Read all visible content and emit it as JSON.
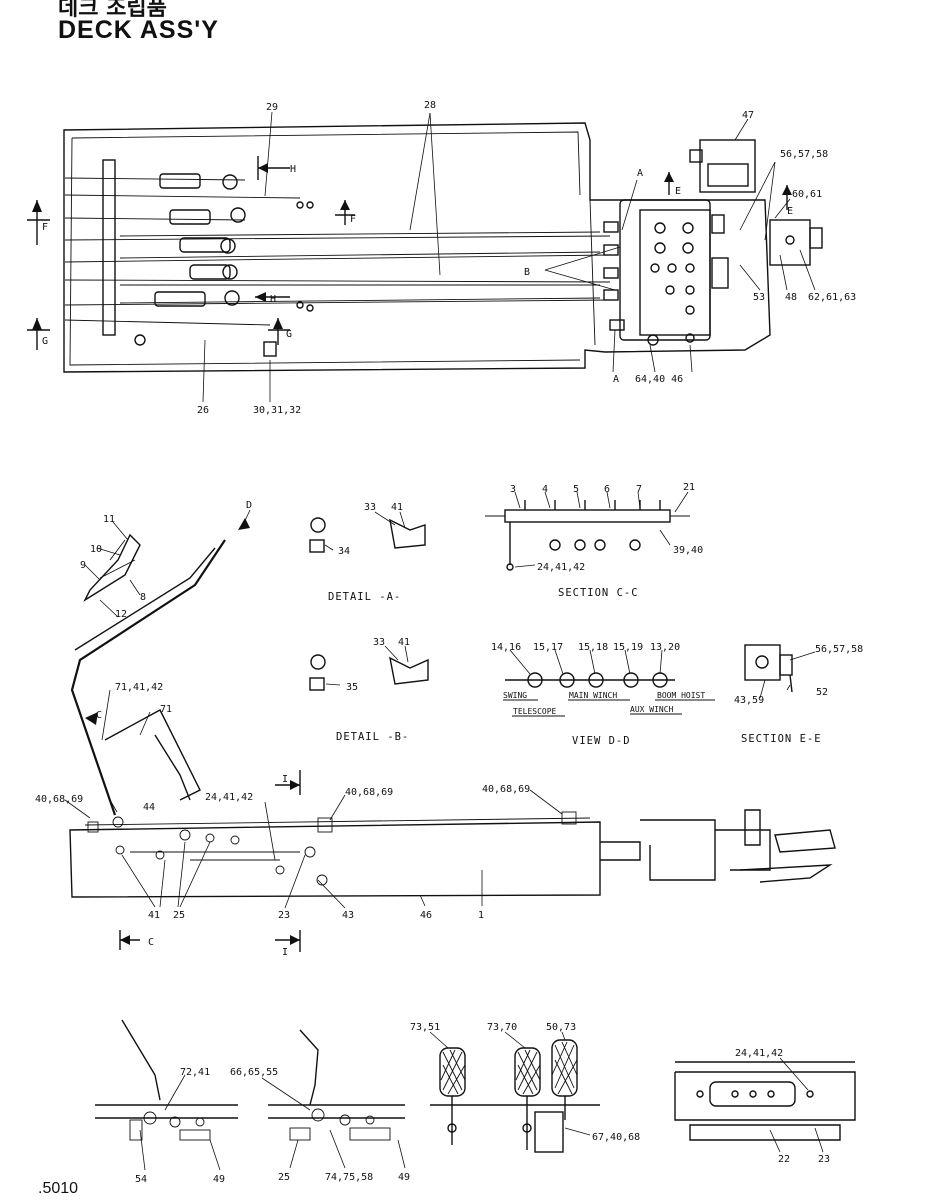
{
  "header": {
    "title_hangul": "데크 조립품",
    "title": "DECK ASS'Y"
  },
  "page_number": ".5010",
  "views": {
    "detail_a": "DETAIL -A-",
    "detail_b": "DETAIL -B-",
    "section_cc": "SECTION C-C",
    "view_dd": "VIEW D-D",
    "section_ee": "SECTION E-E"
  },
  "view_dd_labels": {
    "swing": "SWING",
    "telescope": "TELESCOPE",
    "main_winch": "MAIN WINCH",
    "aux_winch": "AUX WINCH",
    "boom_hoist": "BOOM HOIST"
  },
  "callouts": {
    "c29": "29",
    "c28": "28",
    "c47": "47",
    "c565758": "56,57,58",
    "c6061": "60,61",
    "cE1": "E",
    "cE2": "E",
    "cA1": "A",
    "cA2": "A",
    "cB": "B",
    "c53": "53",
    "c48": "48",
    "c626163": "62,61,63",
    "c644046": "64,40 46",
    "c26": "26",
    "c303132": "30,31,32",
    "cF1": "F",
    "cF2": "F",
    "cG1": "G",
    "cG2": "G",
    "cH1": "H",
    "cH2": "H",
    "cD": "D",
    "c11": "11",
    "c10": "10",
    "c9": "9",
    "c8": "8",
    "c12": "12",
    "c33a": "33",
    "c41a": "41",
    "c34": "34",
    "c33b": "33",
    "c41b": "41",
    "c35": "35",
    "cc3": "3",
    "cc4": "4",
    "cc5": "5",
    "cc6": "6",
    "cc7": "7",
    "cc21": "21",
    "c3940": "39,40",
    "c244142a": "24,41,42",
    "d1416": "14,16",
    "d1517": "15,17",
    "d1518": "15,18",
    "d1519": "15,19",
    "d1320": "13,20",
    "e565758": "56,57,58",
    "e4359": "43,59",
    "e52": "52",
    "c714142": "71,41,42",
    "c71": "71",
    "cC1": "C",
    "cC2": "C",
    "c406869a": "40,68,69",
    "c406869b": "40,68,69",
    "c406869c": "40,68,69",
    "c44": "44",
    "c244142b": "24,41,42",
    "cI1": "I",
    "cI2": "I",
    "c41": "41",
    "c25": "25",
    "c23": "23",
    "c43": "43",
    "c46": "46",
    "c1": "1",
    "b7241": "72,41",
    "b54": "54",
    "b49a": "49",
    "b666555": "66,65,55",
    "b25": "25",
    "b747558": "74,75,58",
    "b49b": "49",
    "b7351": "73,51",
    "b7370": "73,70",
    "b5073": "50,73",
    "b674068": "67,40,68",
    "b244142": "24,41,42",
    "b22": "22",
    "b23": "23"
  }
}
